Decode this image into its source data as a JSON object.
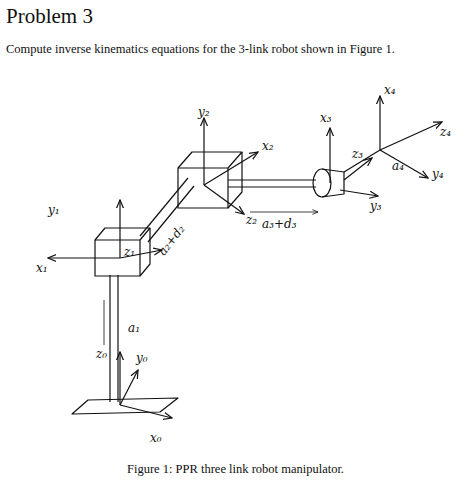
{
  "diagram": {
    "title": "Problem 3",
    "caption": "Figure 1: PPR three link robot manipulator.",
    "labels": [
      "Compute inverse kinematics equations for the 3-link robot shown in Figure 1.",
      "x₄",
      "y₂",
      "x₃",
      "z₄",
      "x₂",
      "z₃",
      "a₄",
      "y₄",
      "y₃",
      "z₂",
      "a₃+d₃",
      "y₁",
      "z₁",
      "a₂+d₂",
      "x₁",
      "a₁",
      "z₀",
      "y₀",
      "x₀"
    ]
  }
}
